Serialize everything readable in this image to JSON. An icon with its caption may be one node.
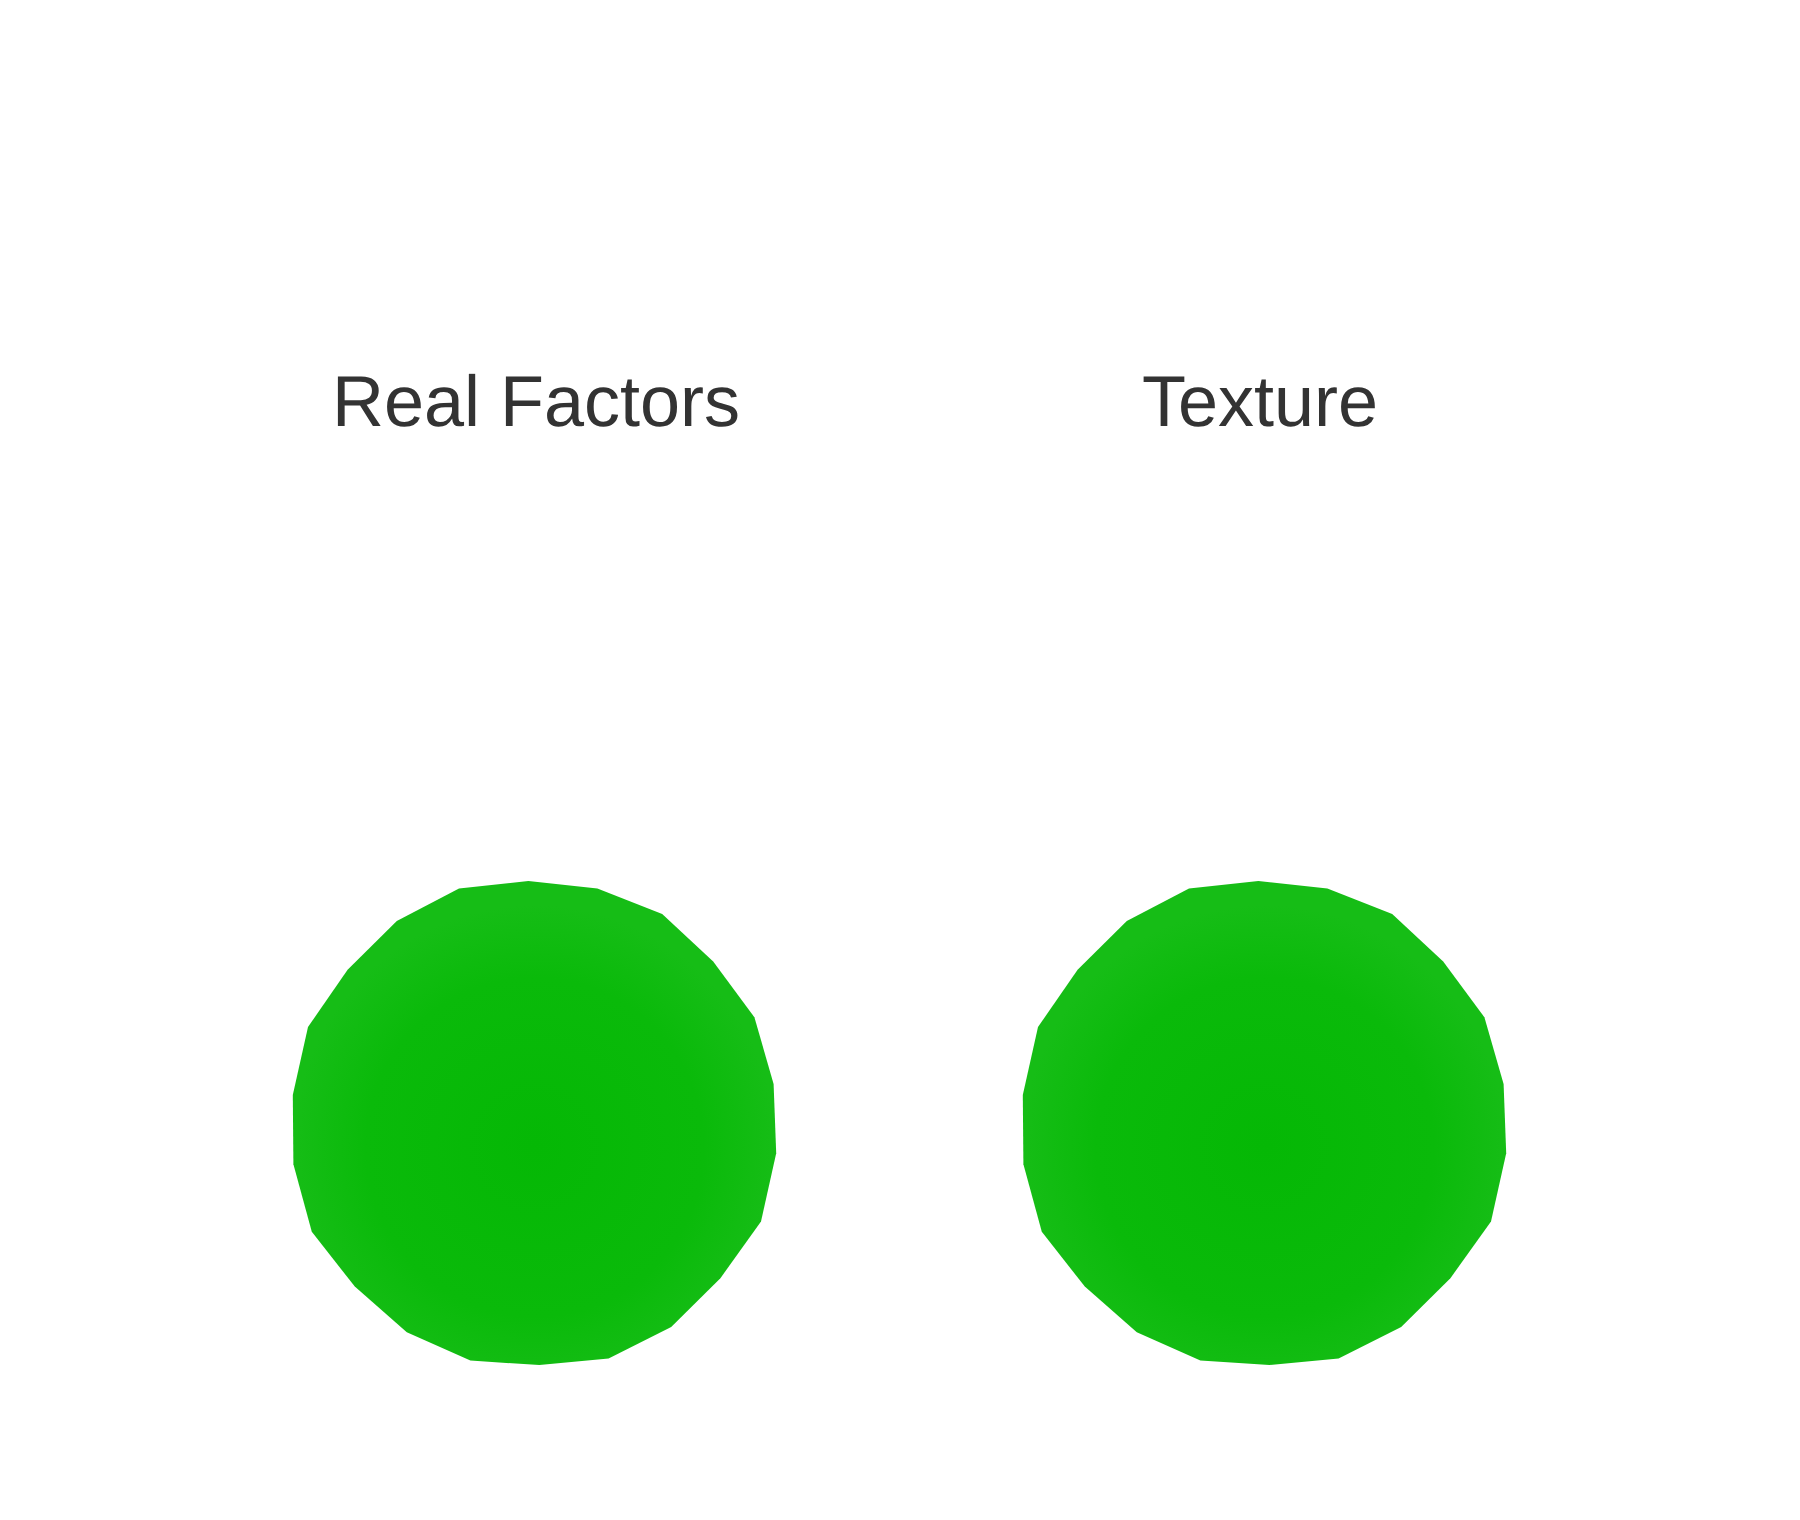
{
  "diagram": {
    "nodes": [
      {
        "text": [],
        "shape": "circle"
      },
      {
        "text": [],
        "shape": "circle"
      }
    ],
    "labels": [
      "Real Factors",
      "Texture"
    ]
  }
}
